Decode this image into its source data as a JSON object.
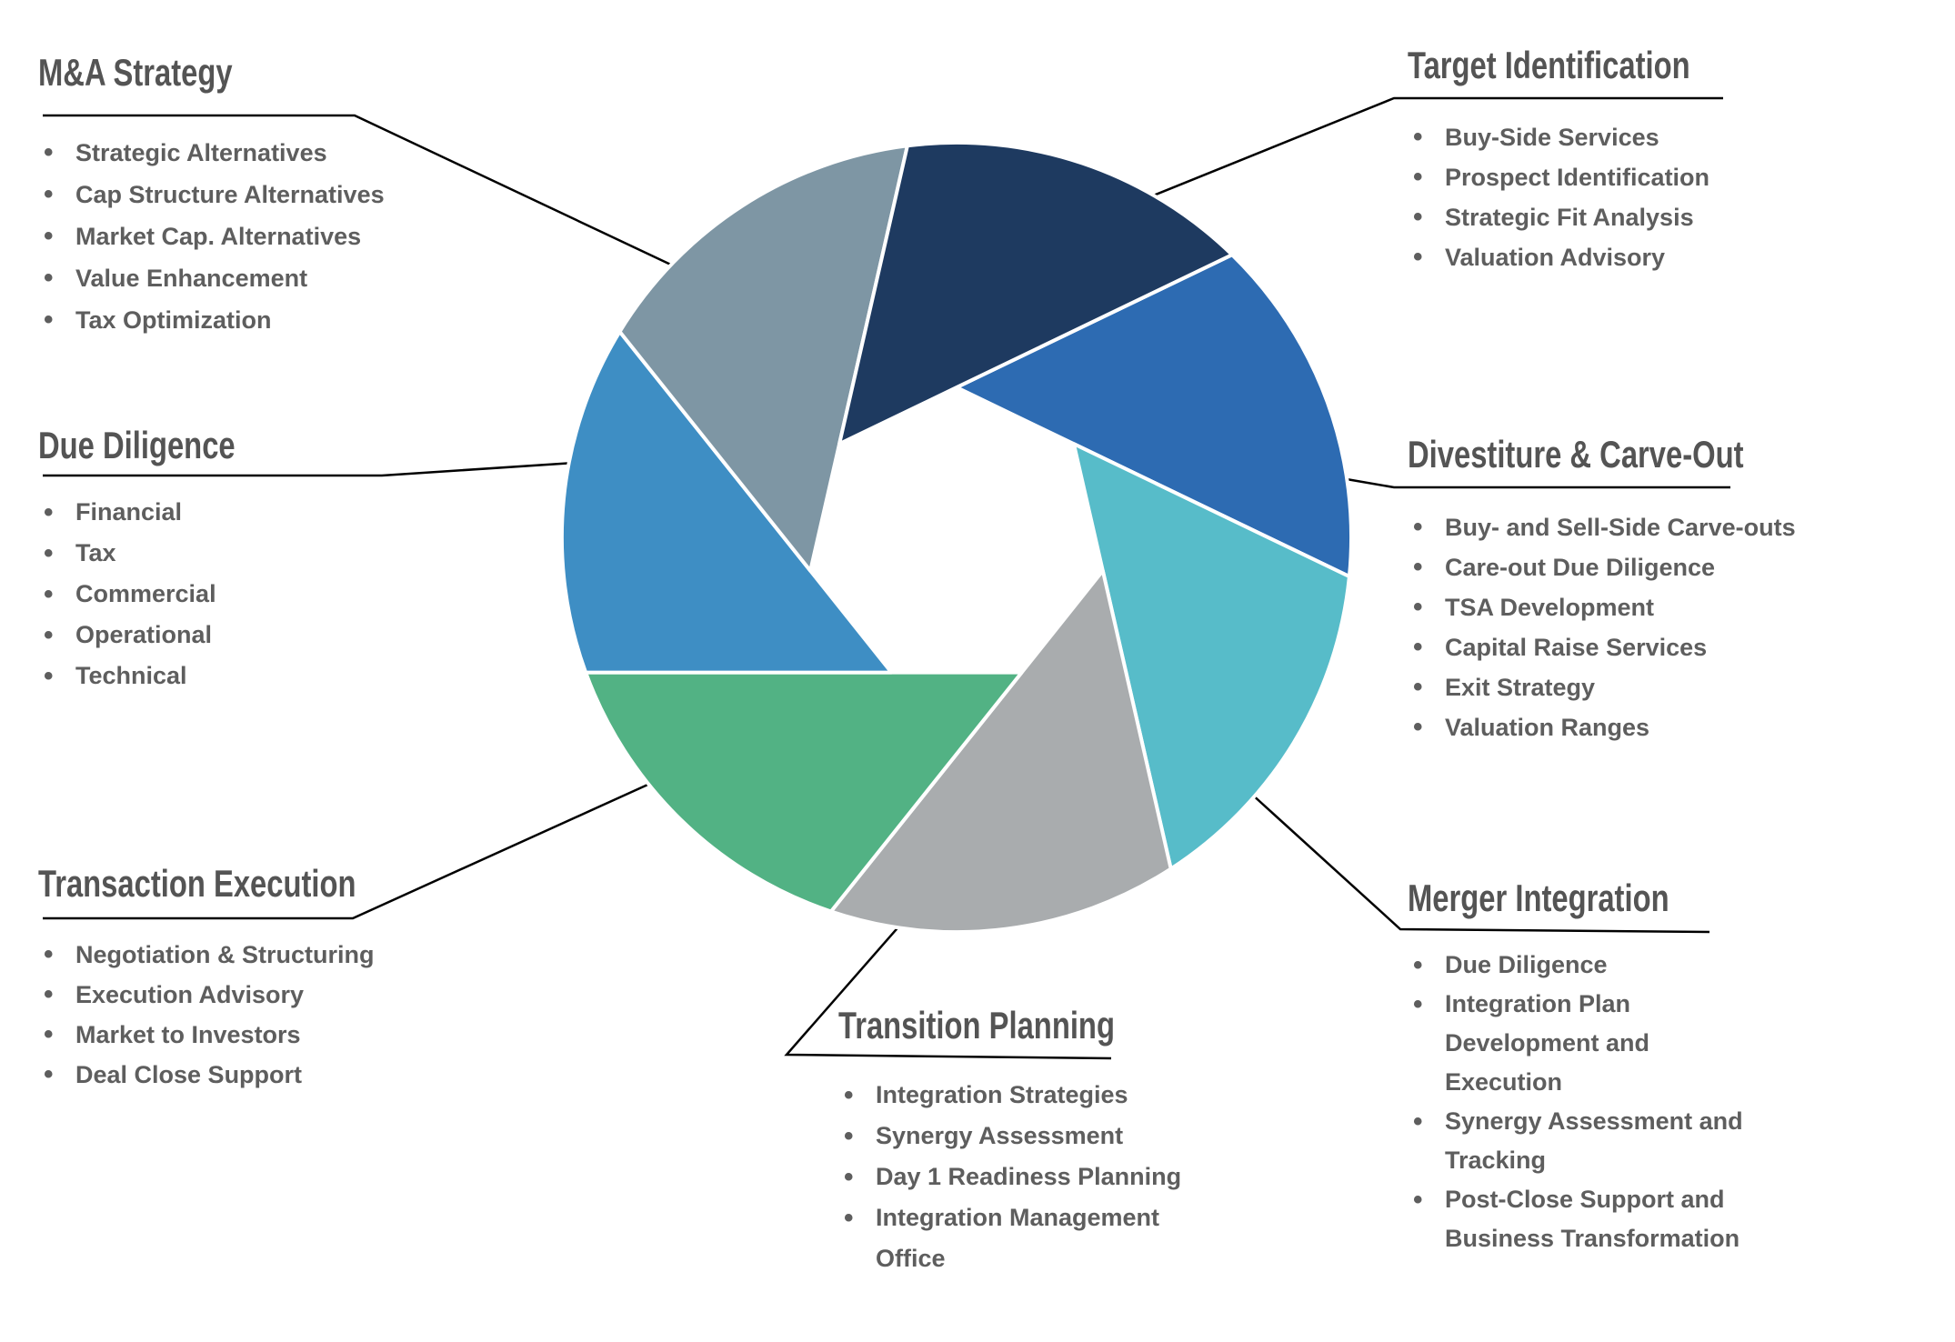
{
  "sections": [
    {
      "id": "maa",
      "title": "M&A Strategy",
      "items": [
        "Strategic Alternatives",
        "Cap Structure Alternatives",
        "Market Cap. Alternatives",
        "Value Enhancement",
        "Tax Optimization"
      ]
    },
    {
      "id": "target",
      "title": "Target Identification",
      "items": [
        "Buy-Side Services",
        "Prospect Identification",
        "Strategic Fit Analysis",
        "Valuation Advisory"
      ]
    },
    {
      "id": "dued",
      "title": "Due Diligence",
      "items": [
        "Financial",
        "Tax",
        "Commercial",
        "Operational",
        "Technical"
      ]
    },
    {
      "id": "divest",
      "title": "Divestiture & Carve-Out",
      "items": [
        "Buy- and Sell-Side Carve-outs",
        "Care-out Due Diligence",
        "TSA Development",
        "Capital Raise Services",
        "Exit Strategy",
        "Valuation Ranges"
      ]
    },
    {
      "id": "transexec",
      "title": "Transaction Execution",
      "items": [
        "Negotiation & Structuring",
        "Execution Advisory",
        "Market to Investors",
        "Deal Close Support"
      ]
    },
    {
      "id": "transplan",
      "title": "Transition Planning",
      "items": [
        "Integration Strategies",
        "Synergy Assessment",
        "Day 1 Readiness Planning",
        "Integration Management Office"
      ]
    },
    {
      "id": "merger",
      "title": "Merger Integration",
      "items": [
        "Due Diligence",
        "Integration Plan Development and Execution",
        "Synergy Assessment and Tracking",
        "Post-Close Support and Business Transformation"
      ]
    }
  ],
  "wheel": {
    "segments": [
      {
        "position": "east",
        "color": "#2D6BB2"
      },
      {
        "position": "southeast",
        "color": "#57BCC9"
      },
      {
        "position": "south",
        "color": "#A9ACAE"
      },
      {
        "position": "southwest",
        "color": "#52B284"
      },
      {
        "position": "west",
        "color": "#3E8EC4"
      },
      {
        "position": "northwest",
        "color": "#7E96A4"
      },
      {
        "position": "north",
        "color": "#1E3A60"
      }
    ],
    "gap_color": "#FFFFFF"
  },
  "colors": {
    "heading": "#545454",
    "bullet_text": "#5E5E5E",
    "connector": "#000000",
    "background": "#FFFFFF"
  }
}
